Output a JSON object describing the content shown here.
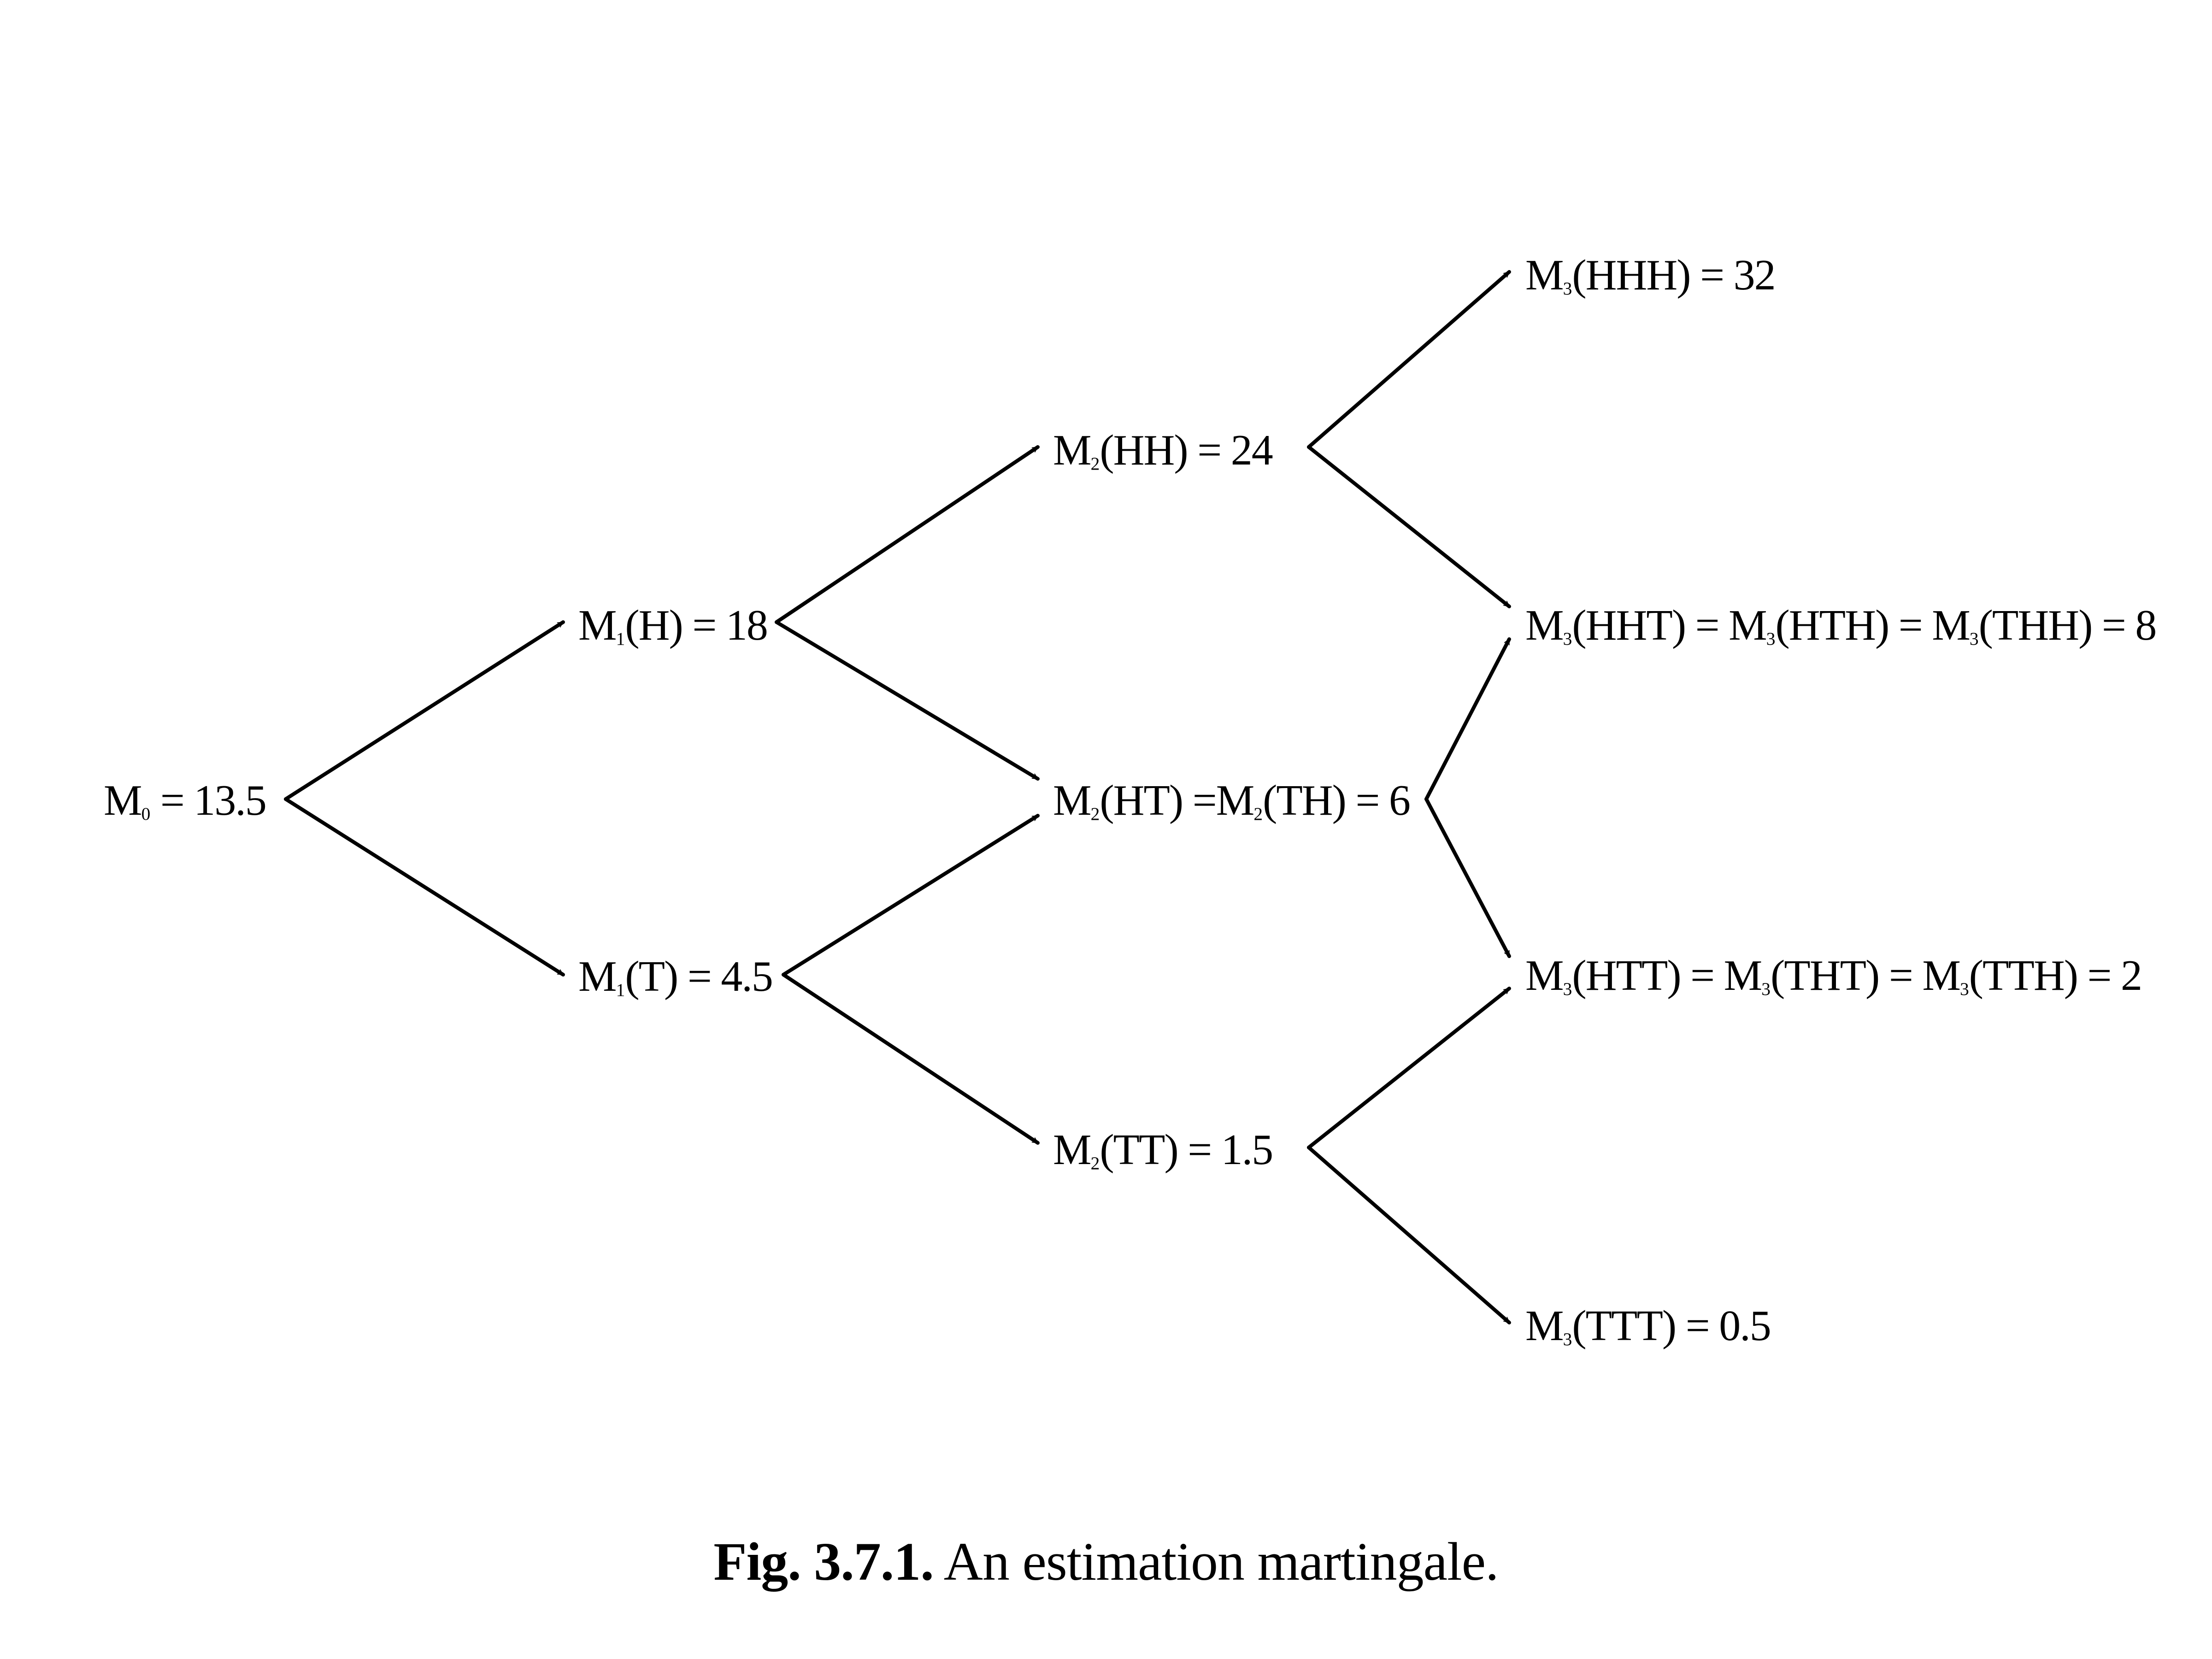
{
  "nodes": {
    "m0": {
      "label": "M",
      "sub": "0",
      "rest": " = 13.5"
    },
    "m1h": {
      "label": "M",
      "sub": "1",
      "rest": "(H) = 18"
    },
    "m1t": {
      "label": "M",
      "sub": "1",
      "rest": "(T) = 4.5"
    },
    "m2hh": {
      "label": "M",
      "sub": "2",
      "rest": "(HH) = 24"
    },
    "m2ht": {
      "label": "M",
      "sub": "2",
      "rest": "(HT) =",
      "label2": "M",
      "sub2": "2",
      "rest2": "(TH) = 6"
    },
    "m2tt": {
      "label": "M",
      "sub": "2",
      "rest": "(TT) = 1.5"
    },
    "m3hhh": {
      "label": "M",
      "sub": "3",
      "rest": "(HHH) = 32"
    },
    "m3hht": {
      "label": "M",
      "sub": "3",
      "rest": "(HHT) = ",
      "label2": "M",
      "sub2": "3",
      "rest2": "(HTH) = ",
      "label3": "M",
      "sub3": "3",
      "rest3": "(THH) = 8"
    },
    "m3htt": {
      "label": "M",
      "sub": "3",
      "rest": "(HTT) = ",
      "label2": "M",
      "sub2": "3",
      "rest2": "(THT) = ",
      "label3": "M",
      "sub3": "3",
      "rest3": "(TTH) = 2"
    },
    "m3ttt": {
      "label": "M",
      "sub": "3",
      "rest": "(TTT) = 0.5"
    }
  },
  "caption": {
    "bold": "Fig. 3.7.1.",
    "text": " An estimation martingale."
  }
}
